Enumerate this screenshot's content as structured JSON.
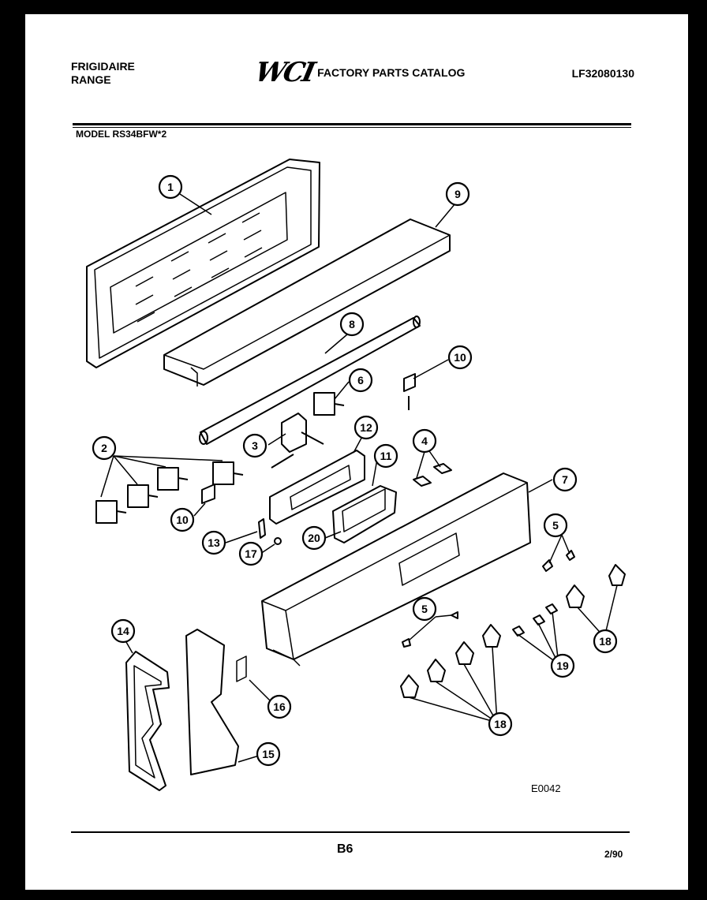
{
  "header": {
    "brand_line1": "FRIGIDAIRE",
    "brand_line2": "RANGE",
    "logo_text": "WCI",
    "catalog_title": "FACTORY PARTS CATALOG",
    "catalog_number": "LF32080130"
  },
  "model_label": "MODEL RS34BFW*2",
  "callouts": [
    "1",
    "2",
    "3",
    "4",
    "5",
    "5",
    "6",
    "7",
    "8",
    "9",
    "10",
    "10",
    "11",
    "12",
    "13",
    "14",
    "15",
    "16",
    "17",
    "18",
    "18",
    "19",
    "20"
  ],
  "figure_code": "E0042",
  "footer": {
    "page_number": "B6",
    "date": "2/90"
  }
}
